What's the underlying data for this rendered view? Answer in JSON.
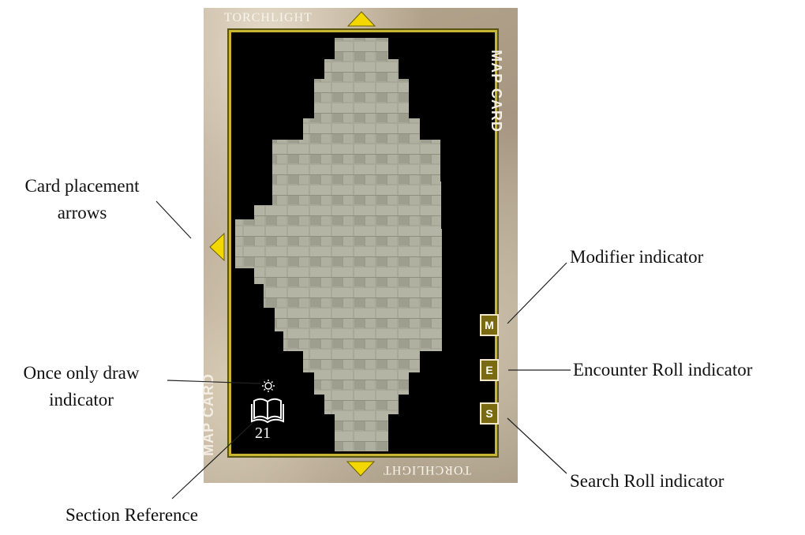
{
  "card": {
    "torchlight_top": "TORCHLIGHT",
    "torchlight_bottom": "TORCHLIGHT",
    "map_card_right": "MAP CARD",
    "map_card_left": "MAP CARD",
    "section_number": "21",
    "badges": {
      "modifier": "M",
      "encounter": "E",
      "search": "S"
    }
  },
  "callouts": {
    "card_placement_line1": "Card placement",
    "card_placement_line2": "arrows",
    "once_only_line1": "Once only draw",
    "once_only_line2": "indicator",
    "section_reference": "Section Reference",
    "modifier": "Modifier indicator",
    "encounter": "Encounter Roll indicator",
    "search": "Search Roll indicator"
  },
  "colors": {
    "arrow": "#f2d800",
    "frame": "#c8b534",
    "badge": "#7a6a12",
    "floor": "#a9a999"
  }
}
